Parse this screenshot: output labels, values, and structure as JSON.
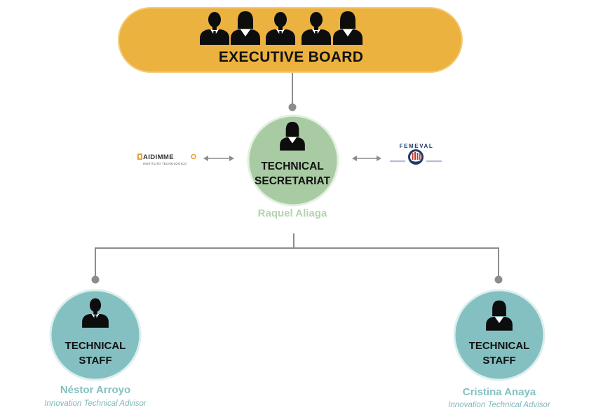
{
  "executive_board": {
    "title": "EXECUTIVE BOARD"
  },
  "secretariat": {
    "label_line1": "TECHNICAL",
    "label_line2": "SECRETARIAT",
    "person_name": "Raquel Aliaga"
  },
  "partners": {
    "left": {
      "name": "AIDIMME",
      "subtitle": "INSTITUTO TECNOLÓGICO"
    },
    "right": {
      "name": "FEMEVAL"
    }
  },
  "staff": [
    {
      "label_line1": "TECHNICAL",
      "label_line2": "STAFF",
      "person_name": "Néstor Arroyo",
      "role": "Innovation Technical Advisor",
      "icon": "male"
    },
    {
      "label_line1": "TECHNICAL",
      "label_line2": "STAFF",
      "person_name": "Cristina Anaya",
      "role": "Innovation Technical Advisor",
      "icon": "female"
    }
  ],
  "colors": {
    "board": "#ecb23f",
    "secretariat": "#a9cba3",
    "staff": "#84c0c2",
    "connector": "#8c8c8c",
    "secretariat_name": "#b6d3b0",
    "staff_name": "#84c0c2",
    "staff_role": "#7fb8bd"
  }
}
